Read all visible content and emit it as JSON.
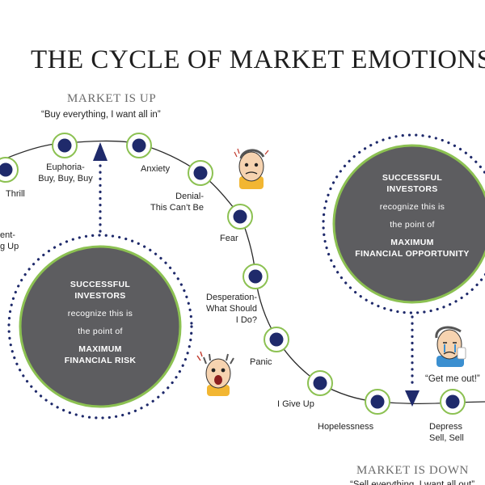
{
  "title": "THE CYCLE OF MARKET EMOTIONS",
  "market_up": {
    "heading": "MARKET IS UP",
    "quote": "“Buy everything, I want all in”"
  },
  "market_down": {
    "heading": "MARKET IS DOWN",
    "quote": "“Sell everything, I want all out”"
  },
  "stages": {
    "thrill": "Thrill",
    "excitement_line1": "ent-",
    "excitement_line2": "g Up",
    "euphoria_line1": "Euphoria-",
    "euphoria_line2": "Buy, Buy, Buy",
    "anxiety": "Anxiety",
    "denial_line1": "Denial-",
    "denial_line2": "This Can’t Be",
    "fear": "Fear",
    "desperation_line1": "Desperation-",
    "desperation_line2": "What Should",
    "desperation_line3": "I Do?",
    "panic": "Panic",
    "give_up": "I Give Up",
    "hopelessness": "Hopelessness",
    "depression_line1": "Depress",
    "depression_line2": "Sell, Sell"
  },
  "risk_bubble": {
    "line1": "SUCCESSFUL",
    "line2": "INVESTORS",
    "line3": "recognize this is",
    "line4": "the point of",
    "line5": "MAXIMUM",
    "line6": "FINANCIAL RISK"
  },
  "opportunity_bubble": {
    "line1": "SUCCESSFUL",
    "line2": "INVESTORS",
    "line3": "recognize this is",
    "line4": "the point of",
    "line5": "MAXIMUM",
    "line6": "FINANCIAL OPPORTUNITY"
  },
  "get_me_out": "“Get me out!”",
  "colors": {
    "node_fill": "#1f2a6b",
    "node_ring": "#8cc152",
    "bubble_fill": "#5d5d60",
    "bubble_border": "#8cc152",
    "dot_color": "#1f2a6b",
    "heading_gray": "#6b6b6b"
  }
}
